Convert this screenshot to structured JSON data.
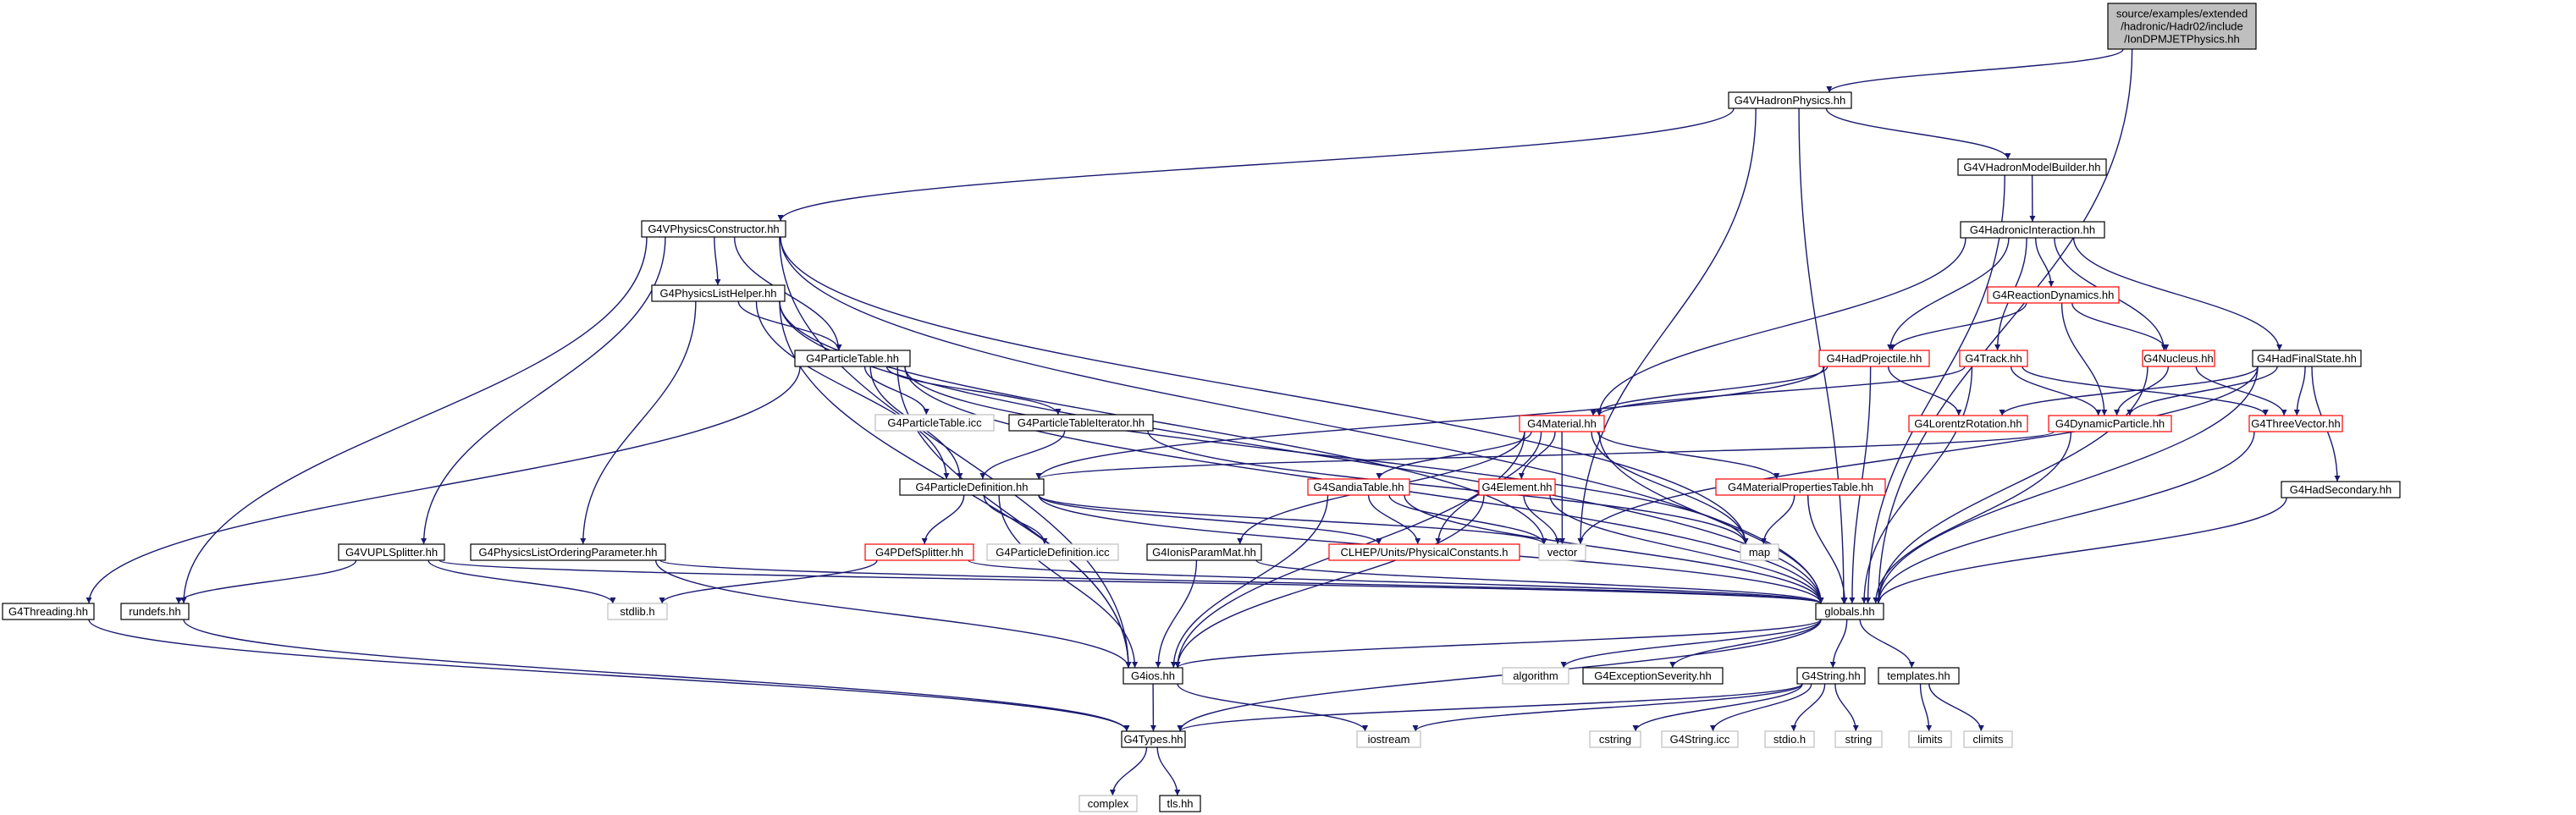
{
  "colors": {
    "edge": "#191970",
    "node_border": "#000000",
    "node_border_red": "#ff0000",
    "node_border_gray": "#bfbfbf",
    "root_fill": "#bfbfbf"
  },
  "nodes": [
    {
      "id": "root",
      "style": "root",
      "lines": [
        "source/examples/extended",
        "/hadronic/Hadr02/include",
        "/IonDPMJETPhysics.hh"
      ]
    },
    {
      "id": "G4VHadronPhysics",
      "style": "normal",
      "lines": [
        "G4VHadronPhysics.hh"
      ]
    },
    {
      "id": "G4VHadronModelBuilder",
      "style": "normal",
      "lines": [
        "G4VHadronModelBuilder.hh"
      ]
    },
    {
      "id": "G4VPhysicsConstructor",
      "style": "normal",
      "lines": [
        "G4VPhysicsConstructor.hh"
      ]
    },
    {
      "id": "G4HadronicInteraction",
      "style": "normal",
      "lines": [
        "G4HadronicInteraction.hh"
      ]
    },
    {
      "id": "G4PhysicsListHelper",
      "style": "normal",
      "lines": [
        "G4PhysicsListHelper.hh"
      ]
    },
    {
      "id": "G4ReactionDynamics",
      "style": "red",
      "lines": [
        "G4ReactionDynamics.hh"
      ]
    },
    {
      "id": "G4ParticleTable",
      "style": "normal",
      "lines": [
        "G4ParticleTable.hh"
      ]
    },
    {
      "id": "G4HadProjectile",
      "style": "red",
      "lines": [
        "G4HadProjectile.hh"
      ]
    },
    {
      "id": "G4Track",
      "style": "red",
      "lines": [
        "G4Track.hh"
      ]
    },
    {
      "id": "G4Nucleus",
      "style": "red",
      "lines": [
        "G4Nucleus.hh"
      ]
    },
    {
      "id": "G4HadFinalState",
      "style": "normal",
      "lines": [
        "G4HadFinalState.hh"
      ]
    },
    {
      "id": "G4ParticleTableIcc",
      "style": "gray",
      "lines": [
        "G4ParticleTable.icc"
      ]
    },
    {
      "id": "G4ParticleTableIterator",
      "style": "normal",
      "lines": [
        "G4ParticleTableIterator.hh"
      ]
    },
    {
      "id": "G4Material",
      "style": "red",
      "lines": [
        "G4Material.hh"
      ]
    },
    {
      "id": "G4LorentzRotation",
      "style": "red",
      "lines": [
        "G4LorentzRotation.hh"
      ]
    },
    {
      "id": "G4DynamicParticle",
      "style": "red",
      "lines": [
        "G4DynamicParticle.hh"
      ]
    },
    {
      "id": "G4ThreeVector",
      "style": "red",
      "lines": [
        "G4ThreeVector.hh"
      ]
    },
    {
      "id": "G4ParticleDefinition",
      "style": "normal",
      "lines": [
        "G4ParticleDefinition.hh"
      ]
    },
    {
      "id": "G4SandiaTable",
      "style": "red",
      "lines": [
        "G4SandiaTable.hh"
      ]
    },
    {
      "id": "G4Element",
      "style": "red",
      "lines": [
        "G4Element.hh"
      ]
    },
    {
      "id": "G4MaterialPropertiesTable",
      "style": "red",
      "lines": [
        "G4MaterialPropertiesTable.hh"
      ]
    },
    {
      "id": "G4HadSecondary",
      "style": "normal",
      "lines": [
        "G4HadSecondary.hh"
      ]
    },
    {
      "id": "G4VUPLSplitter",
      "style": "normal",
      "lines": [
        "G4VUPLSplitter.hh"
      ]
    },
    {
      "id": "G4PhysicsListOrderingParameter",
      "style": "normal",
      "lines": [
        "G4PhysicsListOrderingParameter.hh"
      ]
    },
    {
      "id": "G4PDefSplitter",
      "style": "red",
      "lines": [
        "G4PDefSplitter.hh"
      ]
    },
    {
      "id": "G4ParticleDefinitionIcc",
      "style": "gray",
      "lines": [
        "G4ParticleDefinition.icc"
      ]
    },
    {
      "id": "G4IonisParamMat",
      "style": "normal",
      "lines": [
        "G4IonisParamMat.hh"
      ]
    },
    {
      "id": "CLHEP",
      "style": "red",
      "lines": [
        "CLHEP/Units/PhysicalConstants.h"
      ]
    },
    {
      "id": "vector",
      "style": "gray",
      "lines": [
        "vector"
      ]
    },
    {
      "id": "map",
      "style": "gray",
      "lines": [
        "map"
      ]
    },
    {
      "id": "G4Threading",
      "style": "normal",
      "lines": [
        "G4Threading.hh"
      ]
    },
    {
      "id": "rundefs",
      "style": "normal",
      "lines": [
        "rundefs.hh"
      ]
    },
    {
      "id": "stdlib",
      "style": "gray",
      "lines": [
        "stdlib.h"
      ]
    },
    {
      "id": "globals",
      "style": "normal",
      "lines": [
        "globals.hh"
      ]
    },
    {
      "id": "G4ios",
      "style": "normal",
      "lines": [
        "G4ios.hh"
      ]
    },
    {
      "id": "algorithm",
      "style": "gray",
      "lines": [
        "algorithm"
      ]
    },
    {
      "id": "G4ExceptionSeverity",
      "style": "normal",
      "lines": [
        "G4ExceptionSeverity.hh"
      ]
    },
    {
      "id": "G4String",
      "style": "normal",
      "lines": [
        "G4String.hh"
      ]
    },
    {
      "id": "templates",
      "style": "normal",
      "lines": [
        "templates.hh"
      ]
    },
    {
      "id": "G4Types",
      "style": "normal",
      "lines": [
        "G4Types.hh"
      ]
    },
    {
      "id": "iostream",
      "style": "gray",
      "lines": [
        "iostream"
      ]
    },
    {
      "id": "cstring",
      "style": "gray",
      "lines": [
        "cstring"
      ]
    },
    {
      "id": "G4StringIcc",
      "style": "gray",
      "lines": [
        "G4String.icc"
      ]
    },
    {
      "id": "stdioh",
      "style": "gray",
      "lines": [
        "stdio.h"
      ]
    },
    {
      "id": "string",
      "style": "gray",
      "lines": [
        "string"
      ]
    },
    {
      "id": "limits",
      "style": "gray",
      "lines": [
        "limits"
      ]
    },
    {
      "id": "climits",
      "style": "gray",
      "lines": [
        "climits"
      ]
    },
    {
      "id": "complex",
      "style": "gray",
      "lines": [
        "complex"
      ]
    },
    {
      "id": "tls",
      "style": "normal",
      "lines": [
        "tls.hh"
      ]
    }
  ],
  "edges": [
    [
      "root",
      "G4VHadronPhysics"
    ],
    [
      "root",
      "globals"
    ],
    [
      "G4VHadronPhysics",
      "G4VPhysicsConstructor"
    ],
    [
      "G4VHadronPhysics",
      "G4VHadronModelBuilder"
    ],
    [
      "G4VHadronPhysics",
      "globals"
    ],
    [
      "G4VHadronPhysics",
      "vector"
    ],
    [
      "G4VHadronModelBuilder",
      "G4HadronicInteraction"
    ],
    [
      "G4VHadronModelBuilder",
      "globals"
    ],
    [
      "G4VPhysicsConstructor",
      "G4PhysicsListHelper"
    ],
    [
      "G4VPhysicsConstructor",
      "G4ParticleTable"
    ],
    [
      "G4VPhysicsConstructor",
      "G4VUPLSplitter"
    ],
    [
      "G4VPhysicsConstructor",
      "rundefs"
    ],
    [
      "G4VPhysicsConstructor",
      "G4ios"
    ],
    [
      "G4VPhysicsConstructor",
      "globals"
    ],
    [
      "G4VPhysicsConstructor",
      "map"
    ],
    [
      "G4HadronicInteraction",
      "G4ReactionDynamics"
    ],
    [
      "G4HadronicInteraction",
      "G4HadProjectile"
    ],
    [
      "G4HadronicInteraction",
      "G4Track"
    ],
    [
      "G4HadronicInteraction",
      "G4Nucleus"
    ],
    [
      "G4HadronicInteraction",
      "G4HadFinalState"
    ],
    [
      "G4HadronicInteraction",
      "G4Material"
    ],
    [
      "G4PhysicsListHelper",
      "G4ParticleTable"
    ],
    [
      "G4PhysicsListHelper",
      "G4ParticleDefinition"
    ],
    [
      "G4PhysicsListHelper",
      "G4PhysicsListOrderingParameter"
    ],
    [
      "G4PhysicsListHelper",
      "globals"
    ],
    [
      "G4PhysicsListHelper",
      "vector"
    ],
    [
      "G4PhysicsListHelper",
      "G4ios"
    ],
    [
      "G4ReactionDynamics",
      "G4HadProjectile"
    ],
    [
      "G4ReactionDynamics",
      "G4Nucleus"
    ],
    [
      "G4ReactionDynamics",
      "G4DynamicParticle"
    ],
    [
      "G4ParticleTable",
      "G4ParticleTableIcc"
    ],
    [
      "G4ParticleTable",
      "G4ParticleTableIterator"
    ],
    [
      "G4ParticleTable",
      "G4ParticleDefinition"
    ],
    [
      "G4ParticleTable",
      "G4Threading"
    ],
    [
      "G4ParticleTable",
      "G4ios"
    ],
    [
      "G4ParticleTable",
      "globals"
    ],
    [
      "G4ParticleTable",
      "map"
    ],
    [
      "G4HadProjectile",
      "G4Material"
    ],
    [
      "G4HadProjectile",
      "G4LorentzRotation"
    ],
    [
      "G4HadProjectile",
      "G4ParticleDefinition"
    ],
    [
      "G4HadProjectile",
      "globals"
    ],
    [
      "G4Track",
      "G4DynamicParticle"
    ],
    [
      "G4Track",
      "G4ThreeVector"
    ],
    [
      "G4Track",
      "G4Material"
    ],
    [
      "G4Track",
      "globals"
    ],
    [
      "G4Nucleus",
      "G4DynamicParticle"
    ],
    [
      "G4Nucleus",
      "G4ThreeVector"
    ],
    [
      "G4Nucleus",
      "globals"
    ],
    [
      "G4HadFinalState",
      "G4DynamicParticle"
    ],
    [
      "G4HadFinalState",
      "G4LorentzRotation"
    ],
    [
      "G4HadFinalState",
      "G4ThreeVector"
    ],
    [
      "G4HadFinalState",
      "G4HadSecondary"
    ],
    [
      "G4HadFinalState",
      "globals"
    ],
    [
      "G4HadFinalState",
      "vector"
    ],
    [
      "G4ParticleTableIterator",
      "G4ParticleDefinition"
    ],
    [
      "G4ParticleTableIterator",
      "map"
    ],
    [
      "G4Material",
      "G4SandiaTable"
    ],
    [
      "G4Material",
      "G4Element"
    ],
    [
      "G4Material",
      "G4MaterialPropertiesTable"
    ],
    [
      "G4Material",
      "G4IonisParamMat"
    ],
    [
      "G4Material",
      "CLHEP"
    ],
    [
      "G4Material",
      "vector"
    ],
    [
      "G4Material",
      "map"
    ],
    [
      "G4Material",
      "globals"
    ],
    [
      "G4Material",
      "G4ios"
    ],
    [
      "G4DynamicParticle",
      "globals"
    ],
    [
      "G4DynamicParticle",
      "G4ParticleDefinition"
    ],
    [
      "G4ThreeVector",
      "globals"
    ],
    [
      "G4ParticleDefinition",
      "G4PDefSplitter"
    ],
    [
      "G4ParticleDefinition",
      "G4ParticleDefinitionIcc"
    ],
    [
      "G4ParticleDefinition",
      "CLHEP"
    ],
    [
      "G4ParticleDefinition",
      "vector"
    ],
    [
      "G4ParticleDefinition",
      "globals"
    ],
    [
      "G4ParticleDefinition",
      "G4ios"
    ],
    [
      "G4SandiaTable",
      "CLHEP"
    ],
    [
      "G4SandiaTable",
      "vector"
    ],
    [
      "G4SandiaTable",
      "globals"
    ],
    [
      "G4SandiaTable",
      "G4ios"
    ],
    [
      "G4Element",
      "vector"
    ],
    [
      "G4Element",
      "globals"
    ],
    [
      "G4Element",
      "G4ios"
    ],
    [
      "G4MaterialPropertiesTable",
      "map"
    ],
    [
      "G4MaterialPropertiesTable",
      "globals"
    ],
    [
      "G4HadSecondary",
      "globals"
    ],
    [
      "G4VUPLSplitter",
      "rundefs"
    ],
    [
      "G4VUPLSplitter",
      "stdlib"
    ],
    [
      "G4VUPLSplitter",
      "globals"
    ],
    [
      "G4PhysicsListOrderingParameter",
      "globals"
    ],
    [
      "G4PhysicsListOrderingParameter",
      "G4ios"
    ],
    [
      "G4PDefSplitter",
      "stdlib"
    ],
    [
      "G4PDefSplitter",
      "globals"
    ],
    [
      "G4IonisParamMat",
      "globals"
    ],
    [
      "G4IonisParamMat",
      "G4ios"
    ],
    [
      "G4Threading",
      "G4Types"
    ],
    [
      "rundefs",
      "G4Types"
    ],
    [
      "globals",
      "G4ios"
    ],
    [
      "globals",
      "algorithm"
    ],
    [
      "globals",
      "G4ExceptionSeverity"
    ],
    [
      "globals",
      "G4String"
    ],
    [
      "globals",
      "templates"
    ],
    [
      "globals",
      "G4Types"
    ],
    [
      "G4ios",
      "G4Types"
    ],
    [
      "G4ios",
      "iostream"
    ],
    [
      "G4String",
      "G4Types"
    ],
    [
      "G4String",
      "cstring"
    ],
    [
      "G4String",
      "G4StringIcc"
    ],
    [
      "G4String",
      "stdioh"
    ],
    [
      "G4String",
      "string"
    ],
    [
      "G4String",
      "iostream"
    ],
    [
      "templates",
      "limits"
    ],
    [
      "templates",
      "climits"
    ],
    [
      "G4Types",
      "complex"
    ],
    [
      "G4Types",
      "tls"
    ]
  ]
}
